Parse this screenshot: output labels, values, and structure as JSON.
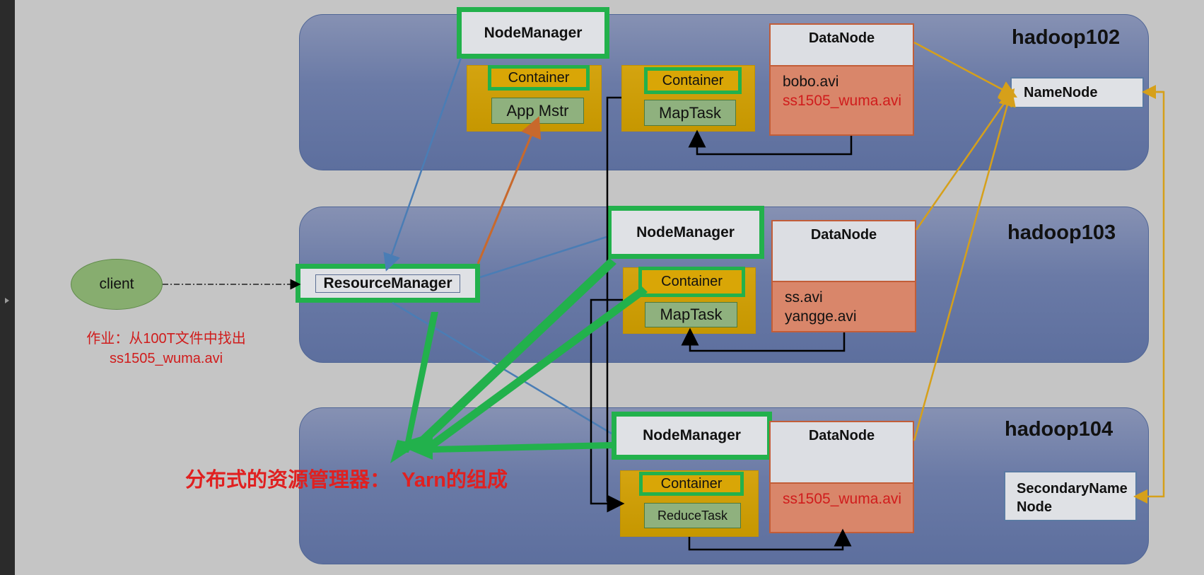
{
  "hosts": {
    "h102": "hadoop102",
    "h103": "hadoop103",
    "h104": "hadoop104"
  },
  "labels": {
    "node_manager": "NodeManager",
    "container": "Container",
    "app_master": "App Mstr",
    "map_task": "MapTask",
    "reduce_task": "ReduceTask",
    "data_node": "DataNode",
    "name_node": "NameNode",
    "secondary_name_node": "SecondaryNameNode",
    "resource_manager": "ResourceManager",
    "client": "client"
  },
  "files": {
    "h102": [
      "bobo.avi",
      "ss1505_wuma.avi"
    ],
    "h103": [
      "ss.avi",
      "yangge.avi"
    ],
    "h104": [
      "ss1505_wuma.avi"
    ]
  },
  "note": {
    "line1": "作业：从100T文件中找出",
    "line2": "ss1505_wuma.avi"
  },
  "caption": "分布式的资源管理器：  Yarn的组成",
  "colors": {
    "green_highlight": "#22b14c",
    "host_blue": "#6a7aa6",
    "container_gold": "#d9a606",
    "datanode_red": "#d9866a",
    "file_red": "#d01c1c",
    "hdfs_arrow": "#d6a01a"
  }
}
